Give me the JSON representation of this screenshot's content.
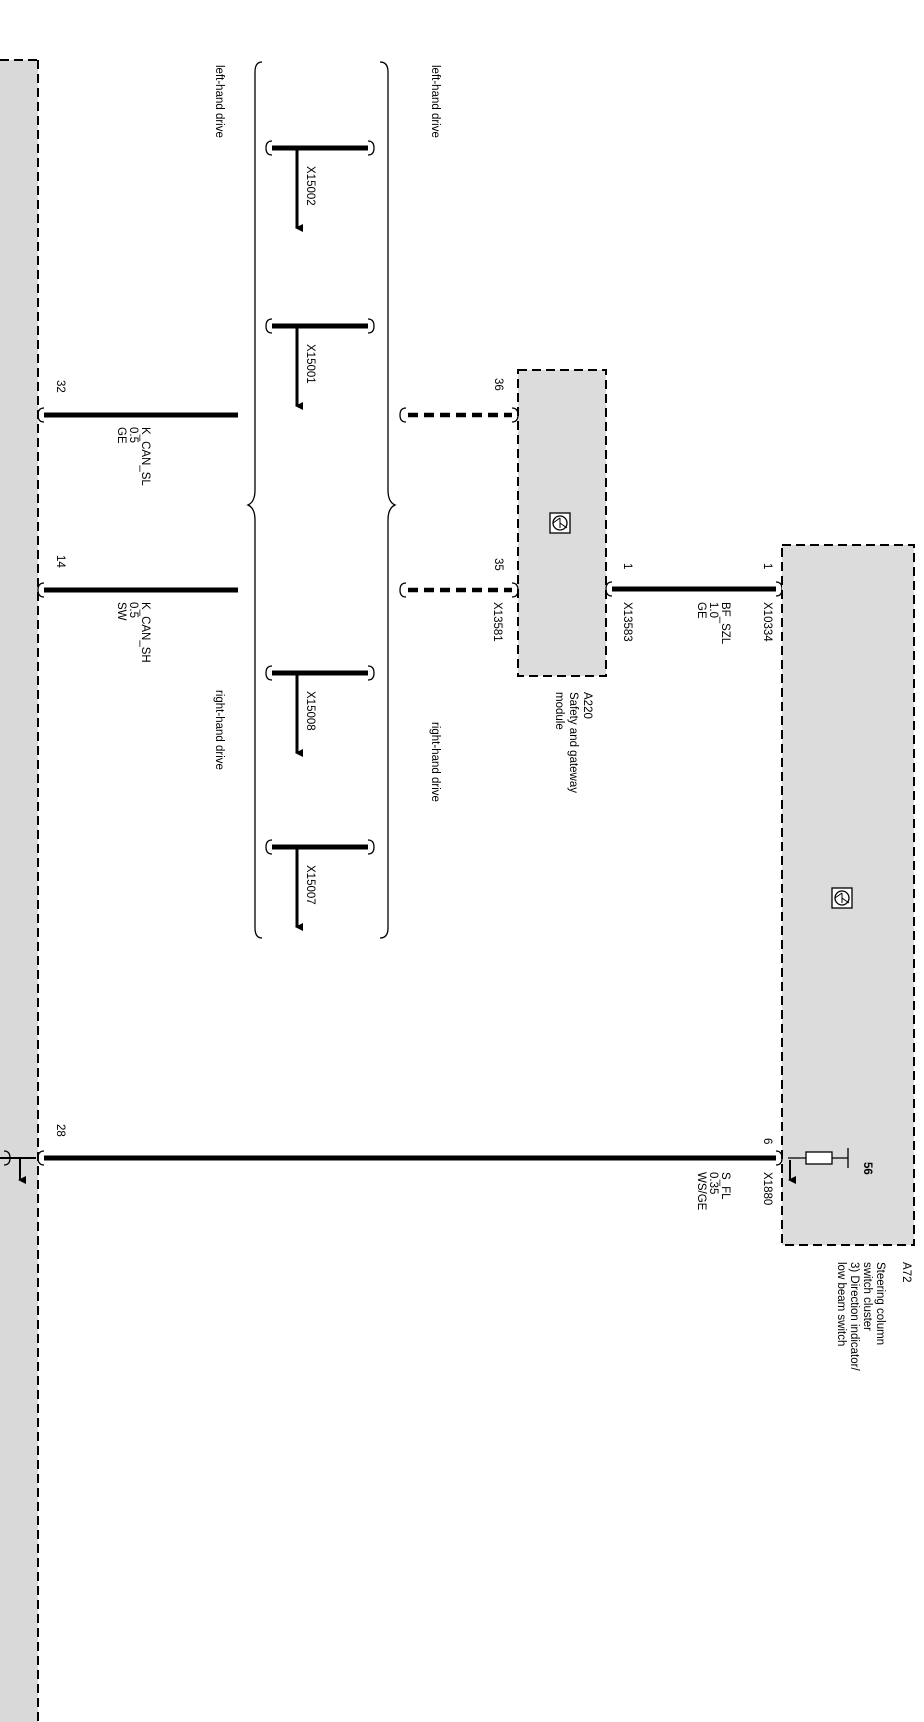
{
  "modules": {
    "a220": {
      "id": "A220",
      "name_lines": [
        "Safety and gateway",
        "module"
      ]
    },
    "a72": {
      "id": "A72",
      "name_lines": [
        "Steering column",
        "switch cluster",
        "3) Direction indicator/",
        "low beam switch"
      ]
    }
  },
  "drive_labels": {
    "lhd_left": "left-hand drive",
    "lhd_right": "left-hand drive",
    "rhd_left": "right-hand drive",
    "rhd_right": "right-hand drive"
  },
  "connectors": {
    "x15002": "X15002",
    "x15001": "X15001",
    "x15008": "X15008",
    "x15007": "X15007",
    "x13581": "X13581",
    "x13583": "X13583",
    "x10334": "X10334",
    "x1880": "X1880"
  },
  "pins": {
    "p36": "36",
    "p35": "35",
    "p1a": "1",
    "p1b": "1",
    "p6": "6",
    "p56": "56",
    "p32": "32",
    "p14": "14",
    "p28": "28"
  },
  "wires": {
    "bf_szl": {
      "signal": "BF_SZL",
      "gauge": "1.0",
      "color": "GE"
    },
    "s_fl": {
      "signal": "S_FL",
      "gauge": "0.35",
      "color": "WS/GE"
    },
    "k_can_sl": {
      "signal": "K_CAN_SL",
      "gauge": "0.5",
      "color": "GE"
    },
    "k_can_sh": {
      "signal": "K_CAN_SH",
      "gauge": "0.5",
      "color": "SW"
    }
  },
  "colors": {
    "ink": "#000000",
    "module_fill": "#dcdcdc",
    "bus_fill": "#d9d9d9"
  }
}
